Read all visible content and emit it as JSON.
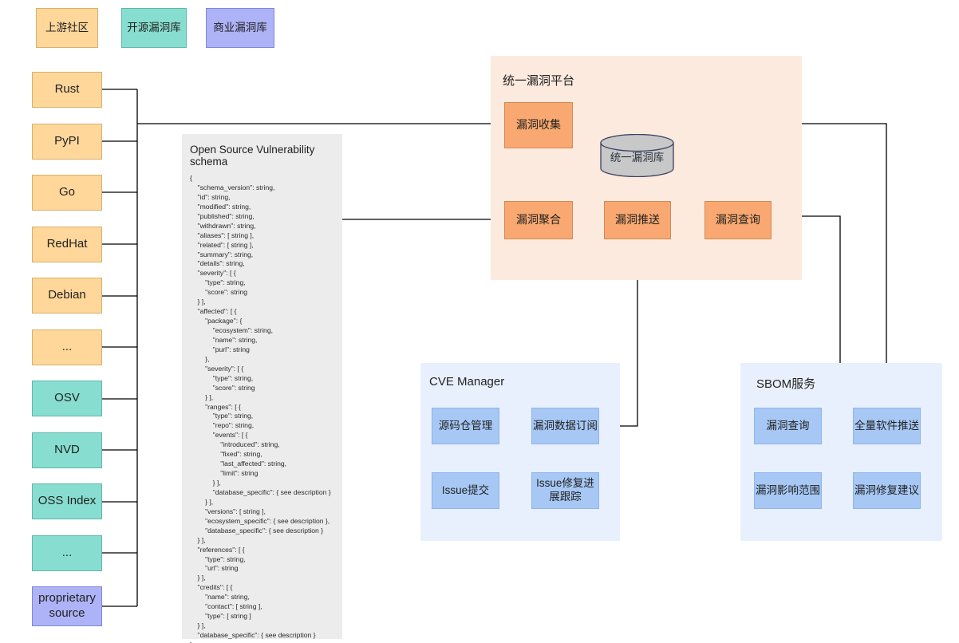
{
  "legend": [
    {
      "label": "上游社区",
      "kind": "orange"
    },
    {
      "label": "开源漏洞库",
      "kind": "green"
    },
    {
      "label": "商业漏洞库",
      "kind": "purple"
    }
  ],
  "sources": [
    {
      "label": "Rust",
      "kind": "orange"
    },
    {
      "label": "PyPI",
      "kind": "orange"
    },
    {
      "label": "Go",
      "kind": "orange"
    },
    {
      "label": "RedHat",
      "kind": "orange"
    },
    {
      "label": "Debian",
      "kind": "orange"
    },
    {
      "label": "...",
      "kind": "orange"
    },
    {
      "label": "OSV",
      "kind": "green"
    },
    {
      "label": "NVD",
      "kind": "green"
    },
    {
      "label": "OSS Index",
      "kind": "green"
    },
    {
      "label": "...",
      "kind": "green"
    },
    {
      "label": "proprietary source",
      "kind": "purple"
    }
  ],
  "schema": {
    "title": "Open Source Vulnerability schema",
    "body": "{\n    \"schema_version\": string,\n    \"id\": string,\n    \"modified\": string,\n    \"published\": string,\n    \"withdrawn\": string,\n    \"aliases\": [ string ],\n    \"related\": [ string ],\n    \"summary\": string,\n    \"details\": string,\n    \"severity\": [ {\n        \"type\": string,\n        \"score\": string\n    } ],\n    \"affected\": [ {\n        \"package\": {\n            \"ecosystem\": string,\n            \"name\": string,\n            \"purl\": string\n        },\n        \"severity\": [ {\n            \"type\": string,\n            \"score\": string\n        } ],\n        \"ranges\": [ {\n            \"type\": string,\n            \"repo\": string,\n            \"events\": [ {\n                \"introduced\": string,\n                \"fixed\": string,\n                \"last_affected\": string,\n                \"limit\": string\n            } ],\n            \"database_specific\": { see description }\n        } ],\n        \"versions\": [ string ],\n        \"ecosystem_specific\": { see description },\n        \"database_specific\": { see description }\n    } ],\n    \"references\": [ {\n        \"type\": string,\n        \"url\": string\n    } ],\n    \"credits\": [ {\n        \"name\": string,\n        \"contact\": [ string ],\n        \"type\": [ string ]\n    } ],\n    \"database_specific\": { see description }\n}"
  },
  "platform": {
    "title": "统一漏洞平台",
    "collect": "漏洞收集",
    "aggregate": "漏洞聚合",
    "push": "漏洞推送",
    "query": "漏洞查询",
    "database": "统一漏洞库"
  },
  "cve_manager": {
    "title": "CVE Manager",
    "items": [
      "源码仓管理",
      "漏洞数据订阅",
      "Issue提交",
      "Issue修复进展跟踪"
    ]
  },
  "sbom": {
    "title": "SBOM服务",
    "items": [
      "漏洞查询",
      "全量软件推送",
      "漏洞影响范围",
      "漏洞修复建议"
    ]
  },
  "colors": {
    "orange_source": "#ffd79b",
    "green_source": "#87ded0",
    "purple_source": "#aeb3f7",
    "platform_panel": "#fdeade",
    "platform_box": "#f8a870",
    "service_panel": "#e8f0fd",
    "service_box": "#a7c8f5",
    "schema_panel": "#ececec",
    "cylinder": "#c8c8c8",
    "line": "#000000"
  }
}
